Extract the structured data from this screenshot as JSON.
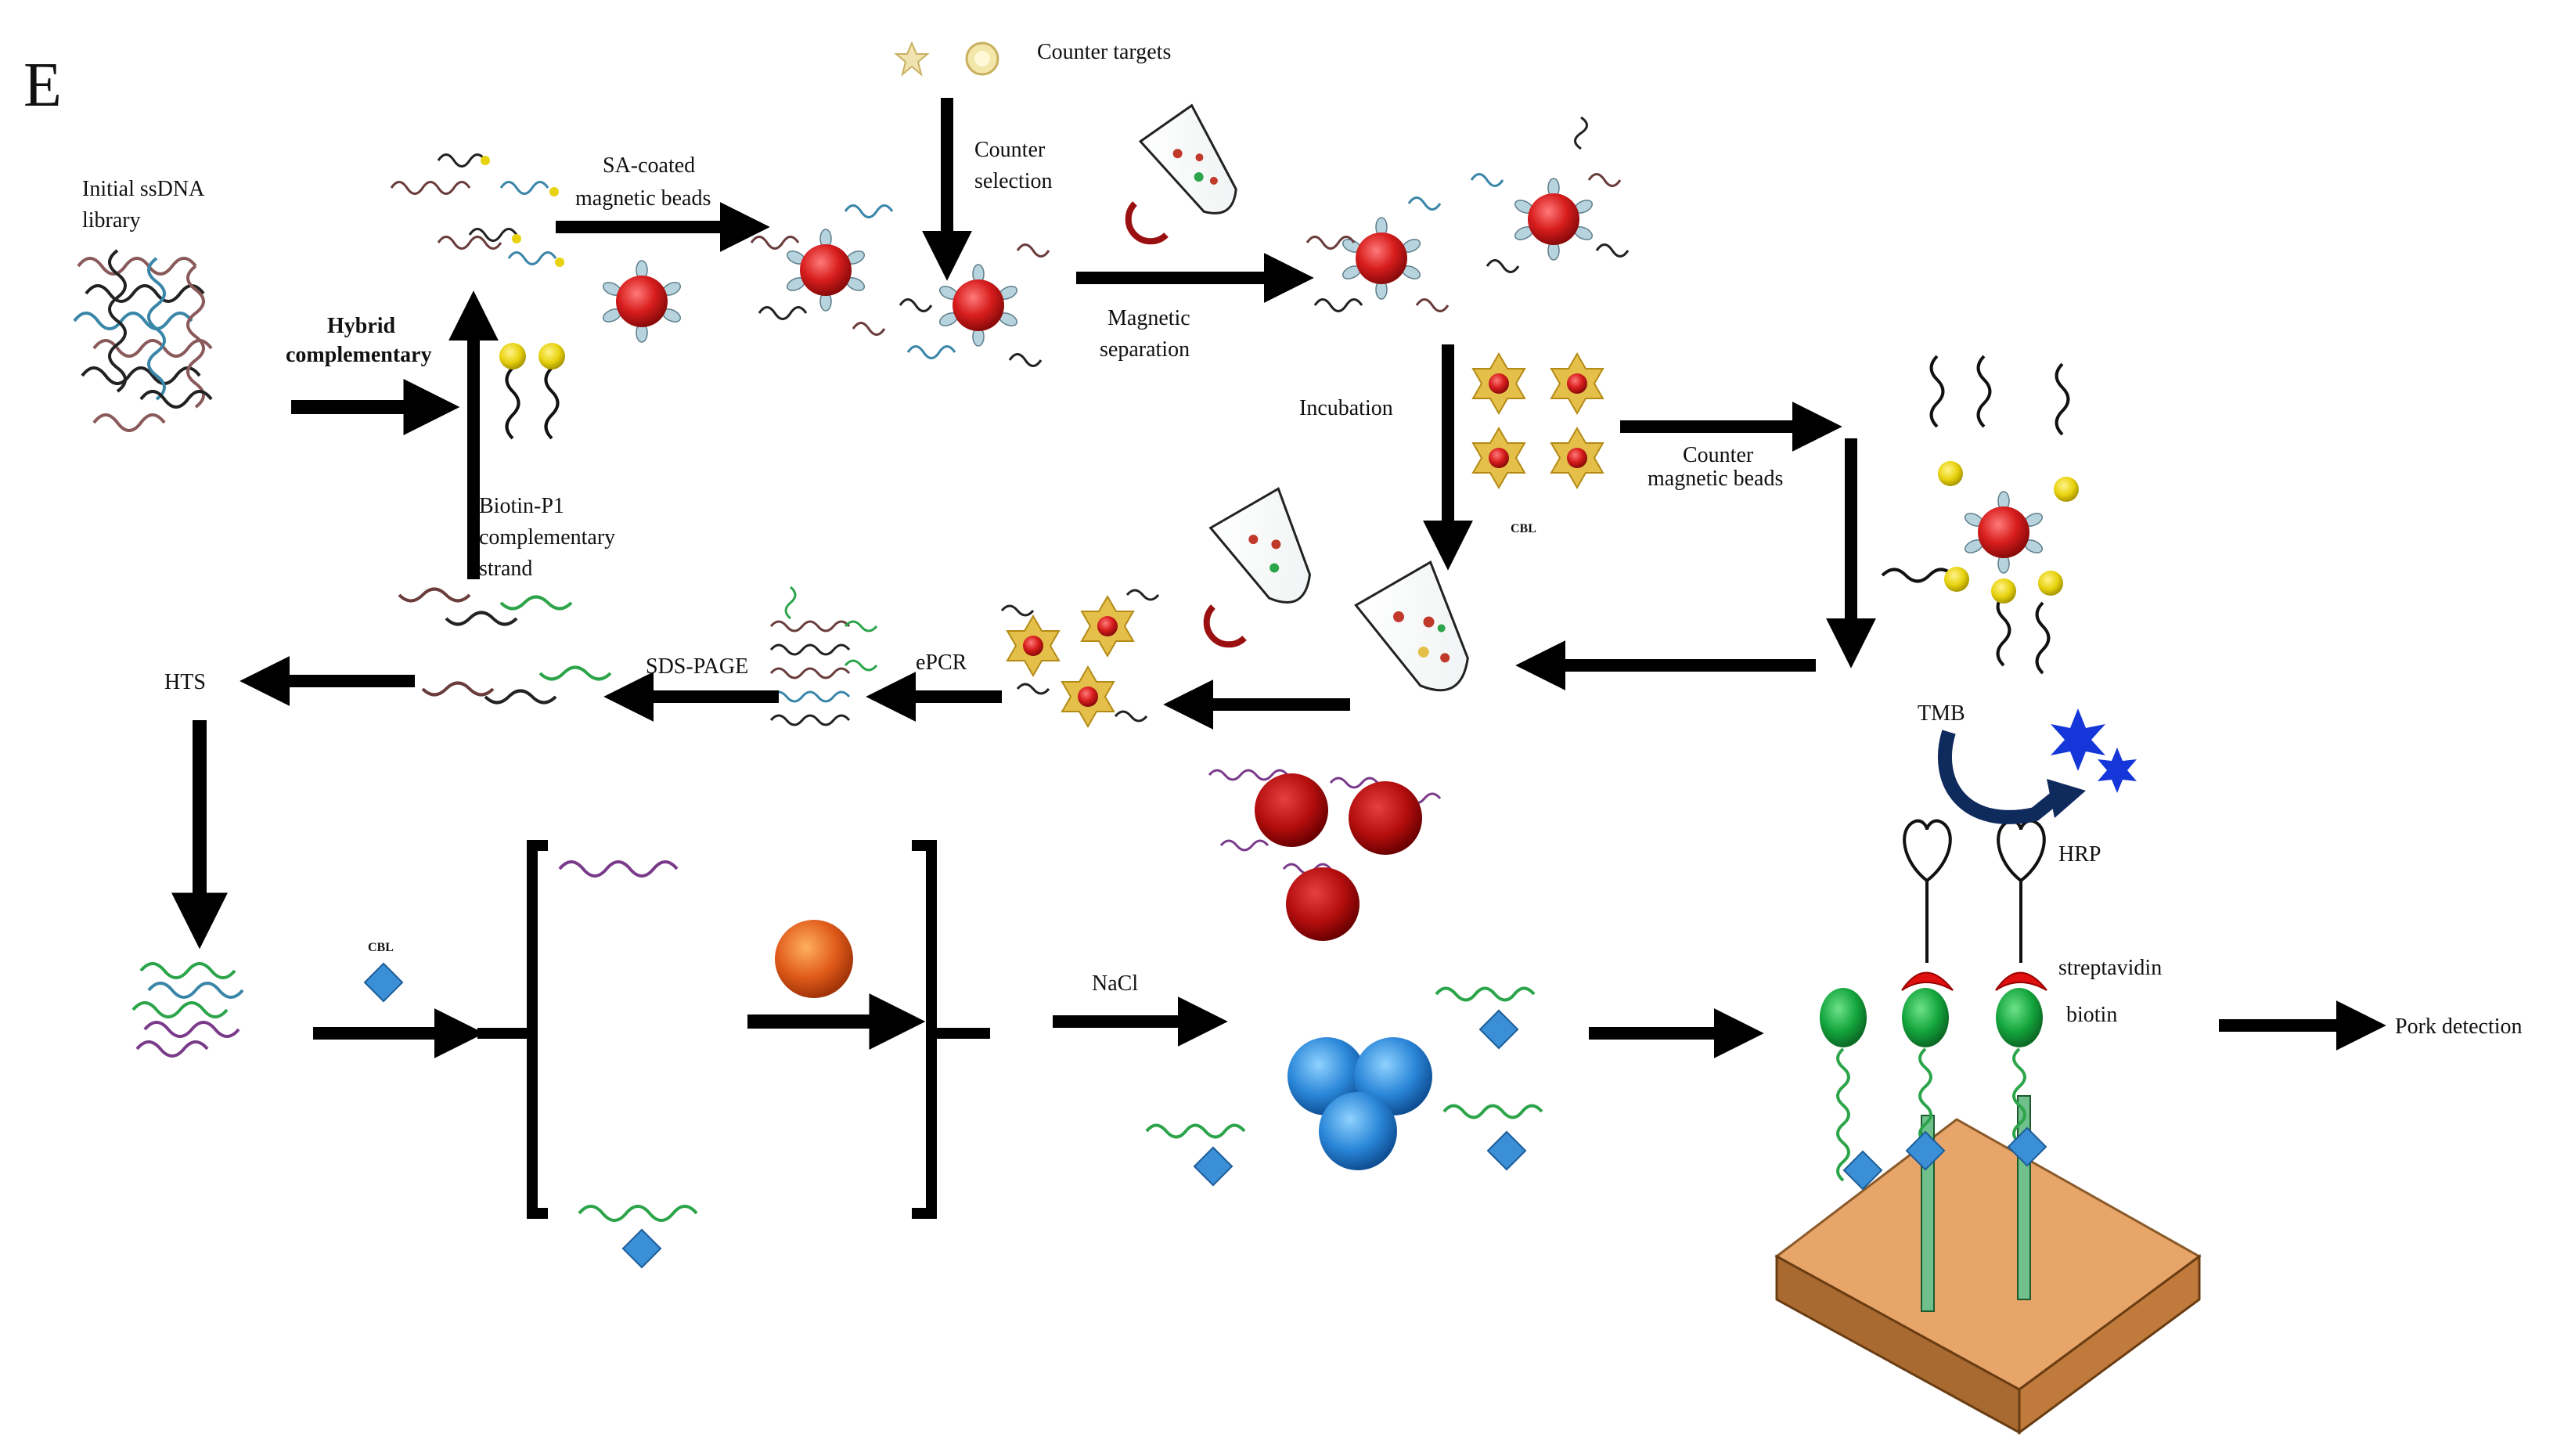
{
  "panel_letter": "E",
  "labels": {
    "initial_library_1": "Initial ssDNA",
    "initial_library_2": "library",
    "hybrid_1": "Hybrid",
    "hybrid_2": "complementary",
    "sa_beads_1": "SA-coated",
    "sa_beads_2": "magnetic beads",
    "counter_targets": "Counter targets",
    "counter_selection_1": "Counter",
    "counter_selection_2": "selection",
    "magnetic_sep_1": "Magnetic",
    "magnetic_sep_2": "separation",
    "incubation": "Incubation",
    "cbl_top": "CBL",
    "counter_beads_1": "Counter",
    "counter_beads_2": "magnetic beads",
    "biotin_p1_1": "Biotin-P1",
    "biotin_p1_2": "complementary",
    "biotin_p1_3": "strand",
    "hts": "HTS",
    "sds_page": "SDS-PAGE",
    "epcr": "ePCR",
    "cbl_bottom": "CBL",
    "nacl": "NaCl",
    "tmb": "TMB",
    "hrp": "HRP",
    "streptavidin": "streptavidin",
    "biotin": "biotin",
    "pork_detection": "Pork detection"
  }
}
